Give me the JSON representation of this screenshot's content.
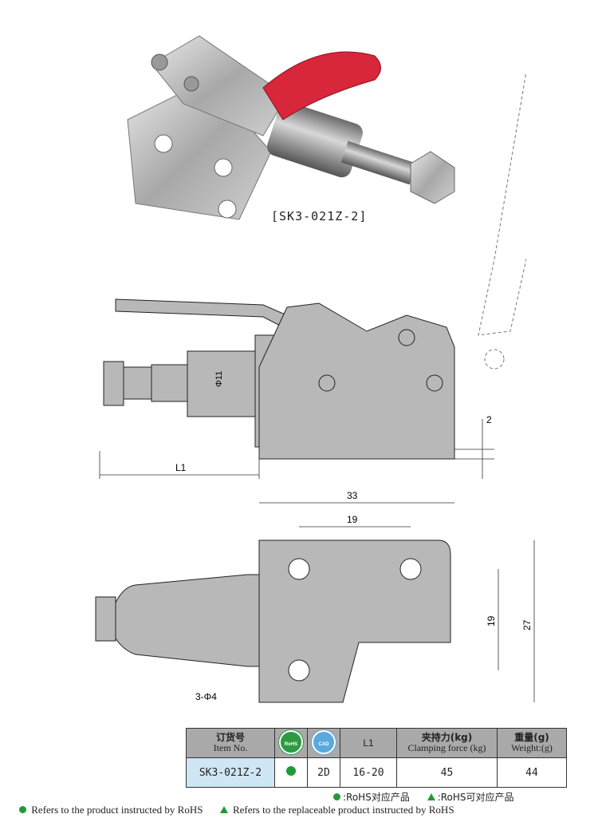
{
  "photo": {
    "caption": "[SK3-021Z-2]"
  },
  "drawing": {
    "dim_phi11": "Φ11",
    "dim_2": "2",
    "dim_L1": "L1",
    "dim_33": "33",
    "dim_19_horizontal": "19",
    "dim_19_vertical": "19",
    "dim_27": "27",
    "dim_holes": "3-Φ4"
  },
  "table": {
    "headers": {
      "item_cn": "订货号",
      "item_en": "Item No.",
      "rohs_badge": "RoHS",
      "cad_badge": "CAD",
      "l1": "L1",
      "clamp_cn": "夹持力(kg)",
      "clamp_en": "Clamping force (kg)",
      "weight_cn": "重量(g)",
      "weight_en": "Weight:(g)"
    },
    "row": {
      "item_no": "SK3-021Z-2",
      "cad": "2D",
      "l1": "16-20",
      "clamping_force": "45",
      "weight": "44"
    }
  },
  "legend": {
    "cn_rohs": ":RoHS对应产品",
    "cn_replaceable": ":RoHS可对应产品",
    "en_rohs": "Refers to the product instructed by RoHS",
    "en_replaceable": "Refers to the replaceable product instructed by RoHS"
  },
  "colors": {
    "rohs_green": "#1f9a3a",
    "cad_blue": "#5aa9dd",
    "table_header_gray": "#a9a9a9",
    "item_cell_blue": "#cfe6f5"
  }
}
